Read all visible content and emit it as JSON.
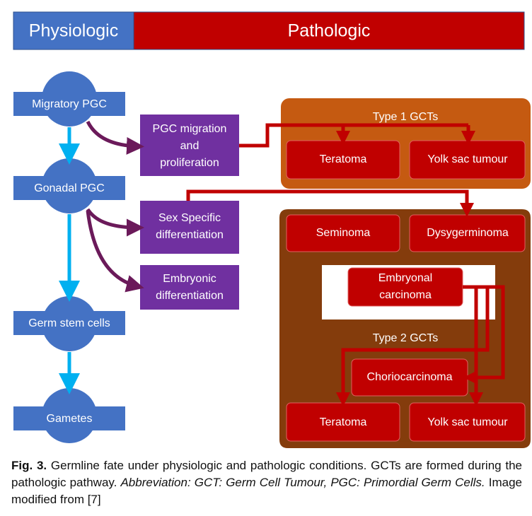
{
  "header": {
    "physiologic": "Physiologic",
    "pathologic": "Pathologic"
  },
  "physiologic_stages": {
    "migratory": "Migratory PGC",
    "gonadal": "Gonadal PGC",
    "germ_stem": "Germ stem cells",
    "gametes": "Gametes"
  },
  "processes": {
    "migration": [
      "PGC migration",
      "and",
      "proliferation"
    ],
    "sex_specific": [
      "Sex Specific",
      "differentiation"
    ],
    "embryonic": [
      "Embryonic",
      "differentiation"
    ]
  },
  "type1": {
    "title": "Type 1 GCTs",
    "teratoma": "Teratoma",
    "yolk_sac": "Yolk sac tumour"
  },
  "type2": {
    "title": "Type 2 GCTs",
    "seminoma": "Seminoma",
    "dysgerminoma": "Dysygerminoma",
    "embryonal": [
      "Embryonal",
      "carcinoma"
    ],
    "choriocarcinoma": "Choriocarcinoma",
    "teratoma": "Teratoma",
    "yolk_sac": "Yolk sac tumour"
  },
  "caption": {
    "label": "Fig. 3.",
    "text": " Germline fate under physiologic and pathologic conditions. GCTs are formed during the pathologic pathway. ",
    "abbreviation": "Abbreviation: GCT: Germ Cell Tumour, PGC: Primordial Germ Cells.",
    "source": " Image modified from [7]"
  },
  "colors": {
    "blue": "#4472c4",
    "red": "#c00000",
    "purple": "#7030a0",
    "orange": "#c55a11",
    "brown": "#843c0c",
    "cyan": "#00b0f0",
    "dark_purple": "#6b1a5a"
  }
}
